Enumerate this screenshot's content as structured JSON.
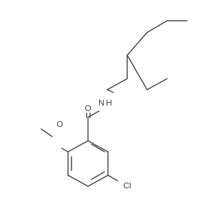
{
  "molecule": {
    "atoms": {
      "oxygen_carbonyl": "O",
      "amide_nh": "N H",
      "oxygen_methoxy": "O",
      "chlorine": "Cl"
    },
    "colors": {
      "bond": "#404040",
      "label": "#404040",
      "background": "#ffffff"
    }
  }
}
